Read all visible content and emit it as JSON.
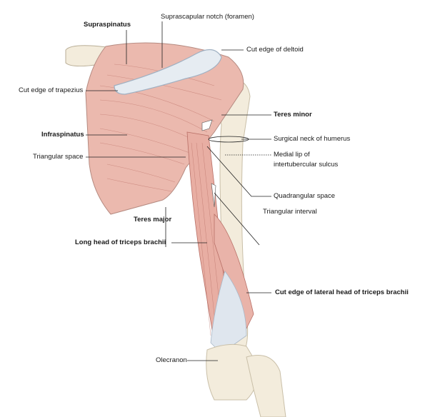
{
  "title": "Posterior view of shoulder and arm",
  "labels": {
    "supraspinatus": "Supraspinatus",
    "suprascapular_notch": "Suprascapular notch (foramen)",
    "cut_edge_deltoid": "Cut edge of deltoid",
    "cut_edge_trapezius": "Cut edge of trapezius",
    "teres_minor": "Teres minor",
    "infraspinatus": "Infraspinatus",
    "surgical_neck": "Surgical neck of humerus",
    "triangular_space": "Triangular space",
    "medial_lip_1": "Medial lip of",
    "medial_lip_2": "intertubercular sulcus",
    "quadrangular_space": "Quadrangular space",
    "triangular_interval": "Triangular interval",
    "teres_major": "Teres major",
    "long_head_triceps": "Long head of triceps brachii",
    "cut_edge_lateral_head": "Cut edge of lateral head of triceps brachii",
    "olecranon": "Olecranon"
  },
  "colors": {
    "muscle": "#eab7ad",
    "muscle_line": "#b86f66",
    "bone": "#f3ecdc",
    "bone_edge": "#c9bfa8",
    "tendon": "#dfe6ee"
  }
}
